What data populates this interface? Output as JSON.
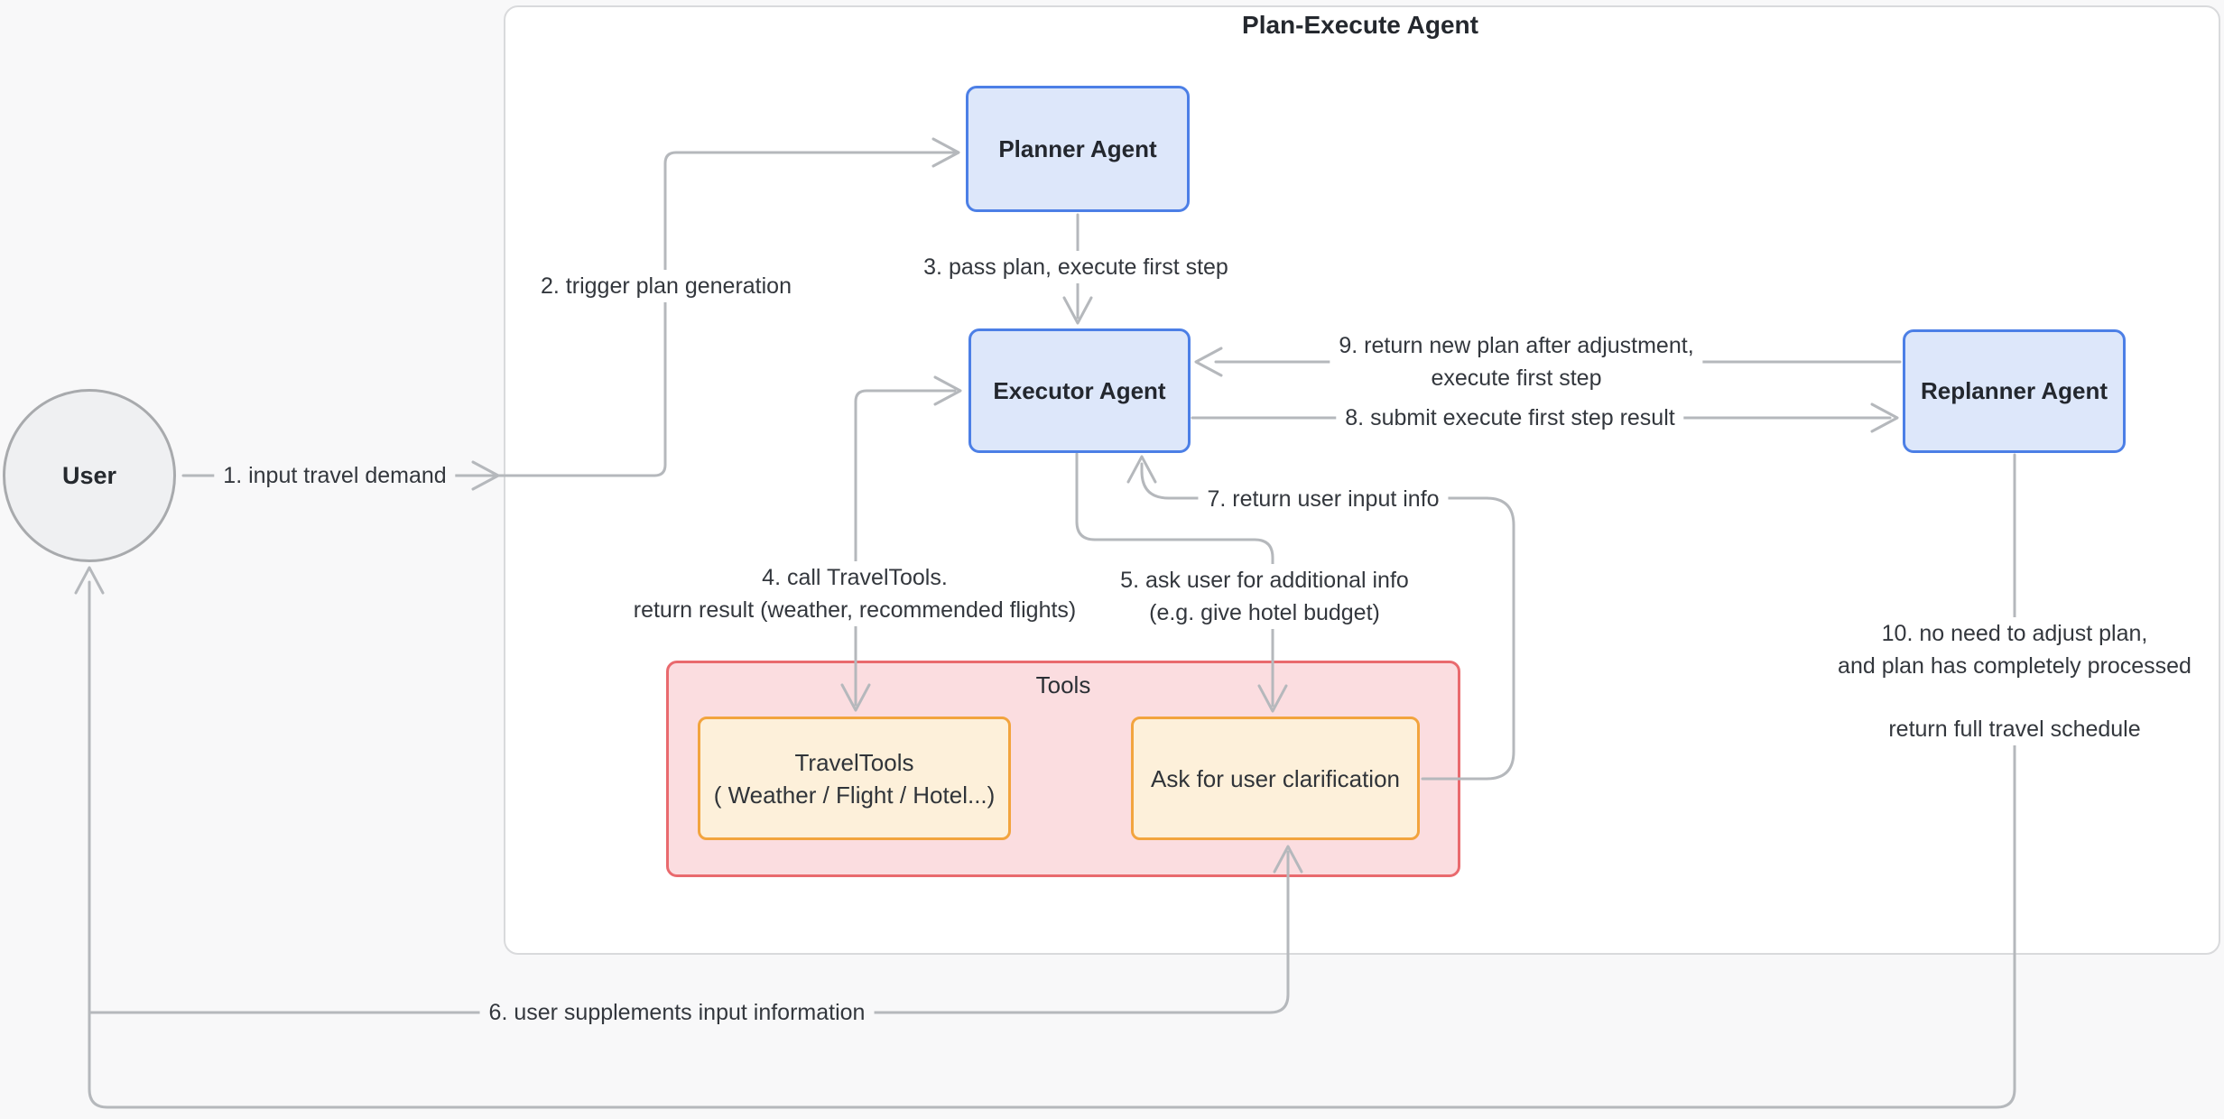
{
  "diagram": {
    "title": "Plan-Execute Agent",
    "nodes": {
      "user": {
        "label": "User"
      },
      "planner": {
        "label": "Planner Agent"
      },
      "executor": {
        "label": "Executor Agent"
      },
      "replanner": {
        "label": "Replanner Agent"
      },
      "tools_group": {
        "label": "Tools"
      },
      "travel_tools": {
        "line1": "TravelTools",
        "line2": "( Weather / Flight / Hotel...)"
      },
      "ask_user": {
        "label": "Ask for user clarification"
      }
    },
    "edges": {
      "e1": {
        "label": "1. input travel demand"
      },
      "e2": {
        "label": "2. trigger plan generation"
      },
      "e3": {
        "label": "3. pass plan, execute first step"
      },
      "e4": {
        "line1": "4. call TravelTools.",
        "line2": "return result (weather, recommended flights)"
      },
      "e5": {
        "line1": "5. ask user for additional info",
        "line2": "(e.g. give hotel budget)"
      },
      "e6": {
        "label": "6. user supplements input information"
      },
      "e7": {
        "label": "7. return user input info"
      },
      "e8": {
        "label": "8. submit execute first step result"
      },
      "e9": {
        "line1": "9. return new plan after adjustment,",
        "line2": "execute first step"
      },
      "e10": {
        "line1": "10. no need to adjust plan,",
        "line2": "and plan has completely processed",
        "line3": "return full travel schedule"
      }
    },
    "colors": {
      "agent_border": "#4c7fe6",
      "agent_fill": "#dde7fa",
      "tools_border": "#e96a6e",
      "tools_fill": "#fbdde0",
      "tool_box_border": "#f2a43e",
      "tool_box_fill": "#fdf0da",
      "wire_gray": "#b5b8bc",
      "user_fill": "#eff0f2",
      "container_border": "#d9dadc",
      "page_background": "#f8f8f9"
    }
  }
}
